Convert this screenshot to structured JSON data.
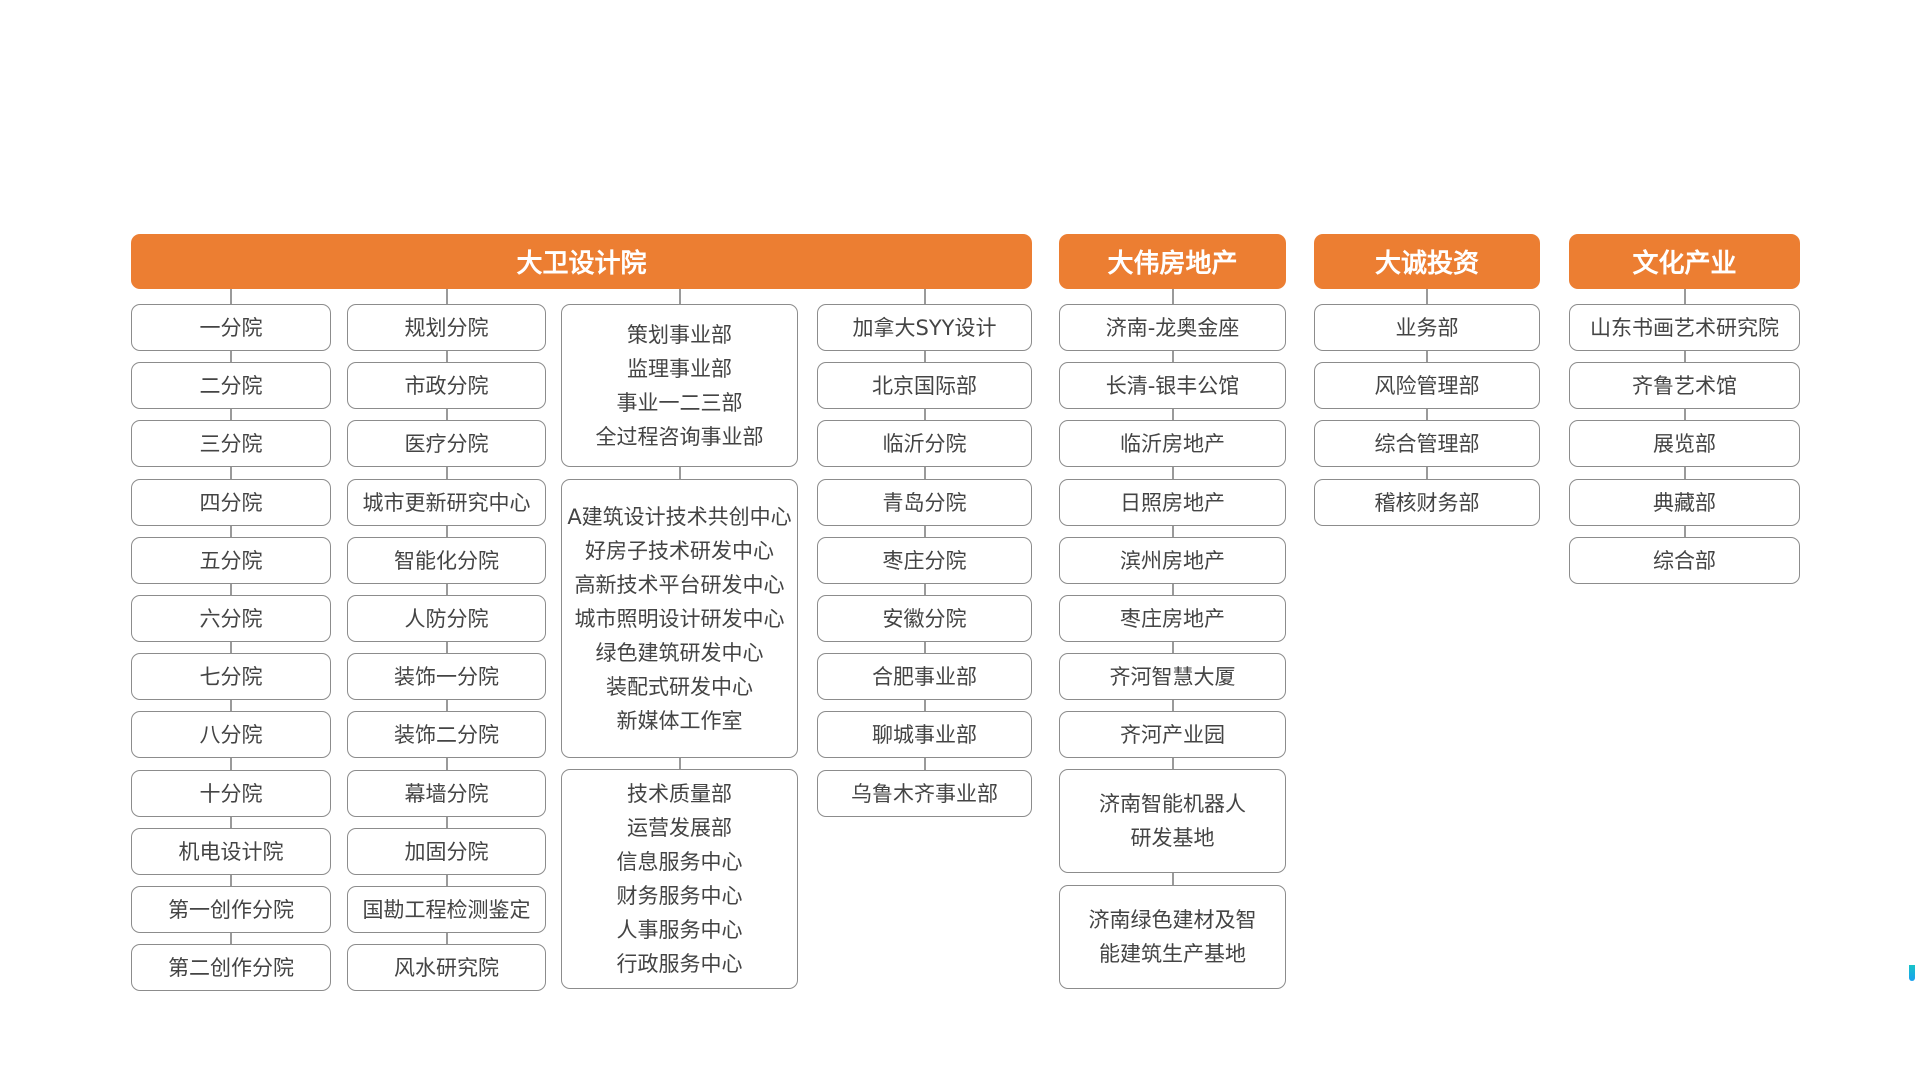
{
  "colors": {
    "header": "#ec7e32",
    "accent": "#1aa0f0"
  },
  "groups": [
    {
      "title": "大卫设计院",
      "columns": [
        {
          "items": [
            "一分院",
            "二分院",
            "三分院",
            "四分院",
            "五分院",
            "六分院",
            "七分院",
            "八分院",
            "十分院",
            "机电设计院",
            "第一创作分院",
            "第二创作分院"
          ]
        },
        {
          "items": [
            "规划分院",
            "市政分院",
            "医疗分院",
            "城市更新研究中心",
            "智能化分院",
            "人防分院",
            "装饰一分院",
            "装饰二分院",
            "幕墙分院",
            "加固分院",
            "国勘工程检测鉴定",
            "风水研究院"
          ]
        },
        {
          "blocks": [
            [
              "策划事业部",
              "监理事业部",
              "事业一二三部",
              "全过程咨询事业部"
            ],
            [
              "A建筑设计技术共创中心",
              "好房子技术研发中心",
              "高新技术平台研发中心",
              "城市照明设计研发中心",
              "绿色建筑研发中心",
              "装配式研发中心",
              "新媒体工作室"
            ],
            [
              "技术质量部",
              "运营发展部",
              "信息服务中心",
              "财务服务中心",
              "人事服务中心",
              "行政服务中心"
            ]
          ]
        },
        {
          "items": [
            "加拿大SYY设计",
            "北京国际部",
            "临沂分院",
            "青岛分院",
            "枣庄分院",
            "安徽分院",
            "合肥事业部",
            "聊城事业部",
            "乌鲁木齐事业部"
          ]
        }
      ]
    },
    {
      "title": "大伟房地产",
      "items": [
        "济南-龙奥金座",
        "长清-银丰公馆",
        "临沂房地产",
        "日照房地产",
        "滨州房地产",
        "枣庄房地产",
        "齐河智慧大厦",
        "齐河产业园"
      ],
      "big_items": [
        [
          "济南智能机器人",
          "研发基地"
        ],
        [
          "济南绿色建材及智",
          "能建筑生产基地"
        ]
      ]
    },
    {
      "title": "大诚投资",
      "items": [
        "业务部",
        "风险管理部",
        "综合管理部",
        "稽核财务部"
      ]
    },
    {
      "title": "文化产业",
      "items": [
        "山东书画艺术研究院",
        "齐鲁艺术馆",
        "展览部",
        "典藏部",
        "综合部"
      ]
    }
  ]
}
